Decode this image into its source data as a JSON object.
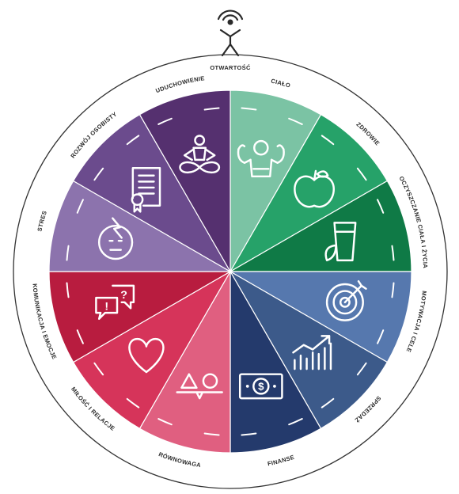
{
  "title": "OTWARTOŚĆ",
  "segments": [
    {
      "label": "CIAŁO",
      "color": "#7bc3a4",
      "icon": "strong-person-icon"
    },
    {
      "label": "ZDROWIE",
      "color": "#26a269",
      "icon": "apple-icon"
    },
    {
      "label": "OCZYSZCZANIE CIAŁA I ŻYCIA",
      "color": "#0f7a46",
      "icon": "glass-leaf-icon"
    },
    {
      "label": "MOTYWACJA I CELE",
      "color": "#5678ae",
      "icon": "target-icon"
    },
    {
      "label": "SPRZEDAŻ",
      "color": "#3c5a8a",
      "icon": "growth-chart-icon"
    },
    {
      "label": "FINANSE",
      "color": "#243a6c",
      "icon": "banknote-icon"
    },
    {
      "label": "RÓWNOWAGA",
      "color": "#e05f80",
      "icon": "balance-icon"
    },
    {
      "label": "MIŁOŚĆ I RELACJE",
      "color": "#d6345a",
      "icon": "heart-icon"
    },
    {
      "label": "KOMUNIKACJA I EMOCJE",
      "color": "#b81c3f",
      "icon": "speech-bubbles-icon"
    },
    {
      "label": "STRES",
      "color": "#8c73ad",
      "icon": "stressed-face-icon"
    },
    {
      "label": "ROZWÓJ OSOBISTY",
      "color": "#6b4b8d",
      "icon": "certificate-icon"
    },
    {
      "label": "UDUCHOWIENIE",
      "color": "#55306f",
      "icon": "meditation-icon"
    }
  ]
}
